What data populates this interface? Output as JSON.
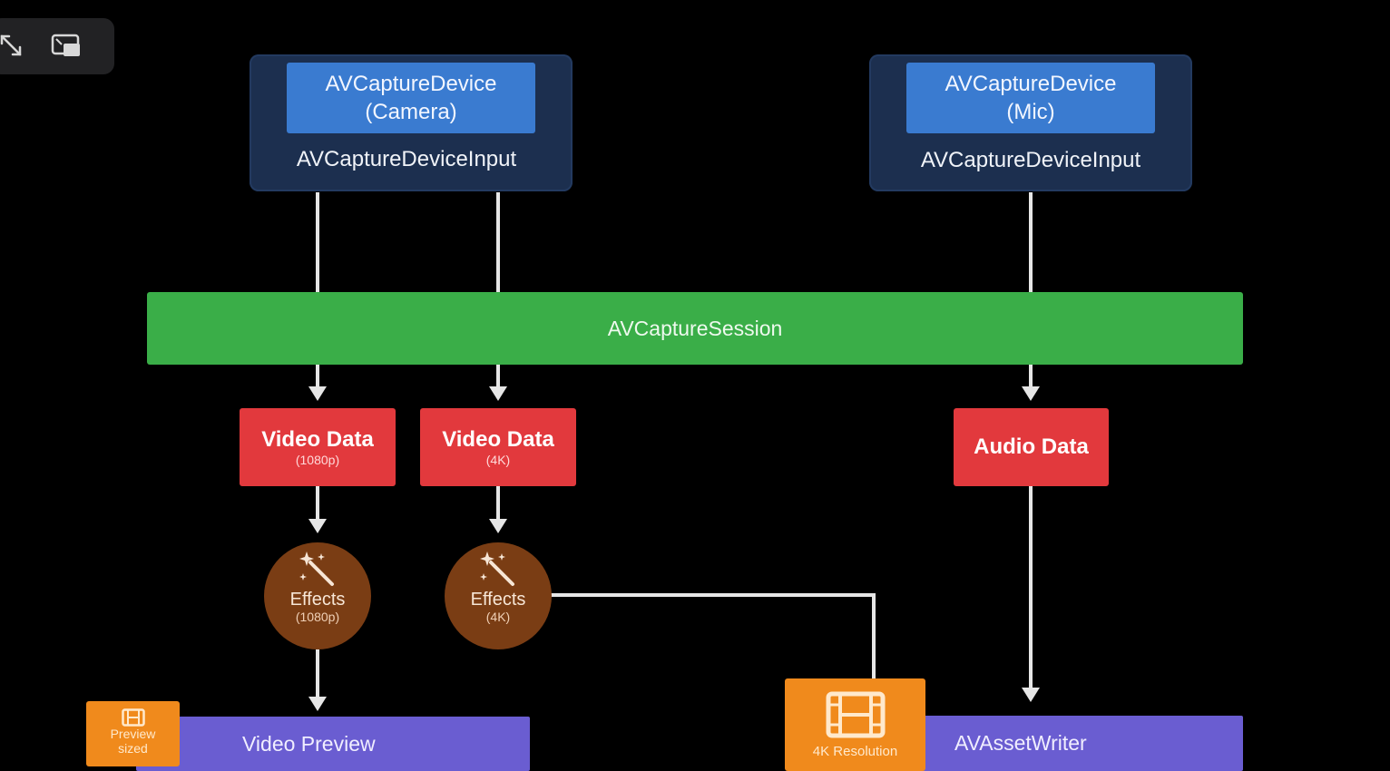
{
  "diagram": {
    "inputs": [
      {
        "device_line1": "AVCaptureDevice",
        "device_line2": "(Camera)",
        "label": "AVCaptureDeviceInput"
      },
      {
        "device_line1": "AVCaptureDevice",
        "device_line2": "(Mic)",
        "label": "AVCaptureDeviceInput"
      }
    ],
    "session": "AVCaptureSession",
    "data_outputs": [
      {
        "title": "Video Data",
        "sub": "(1080p)"
      },
      {
        "title": "Video Data",
        "sub": "(4K)"
      },
      {
        "title": "Audio Data",
        "sub": ""
      }
    ],
    "effects": [
      {
        "title": "Effects",
        "sub": "(1080p)"
      },
      {
        "title": "Effects",
        "sub": "(4K)"
      }
    ],
    "sinks": {
      "video_preview": "Video Preview",
      "asset_writer": "AVAssetWriter"
    },
    "badges": {
      "preview": {
        "line1": "Preview",
        "line2": "sized"
      },
      "resolution": "4K Resolution"
    }
  },
  "colors": {
    "input_container": "#1c2f4f",
    "device": "#3a7bd0",
    "session": "#3aae48",
    "data": "#e2393d",
    "effect": "#7a3d14",
    "sink": "#6a5dd1",
    "badge": "#f08a1c",
    "wire": "#e6e6e6"
  },
  "icons": {
    "controls": [
      "resize-arrows-icon",
      "picture-in-picture-icon"
    ],
    "effect": "magic-wand-icon",
    "badge": "film-strip-icon"
  }
}
